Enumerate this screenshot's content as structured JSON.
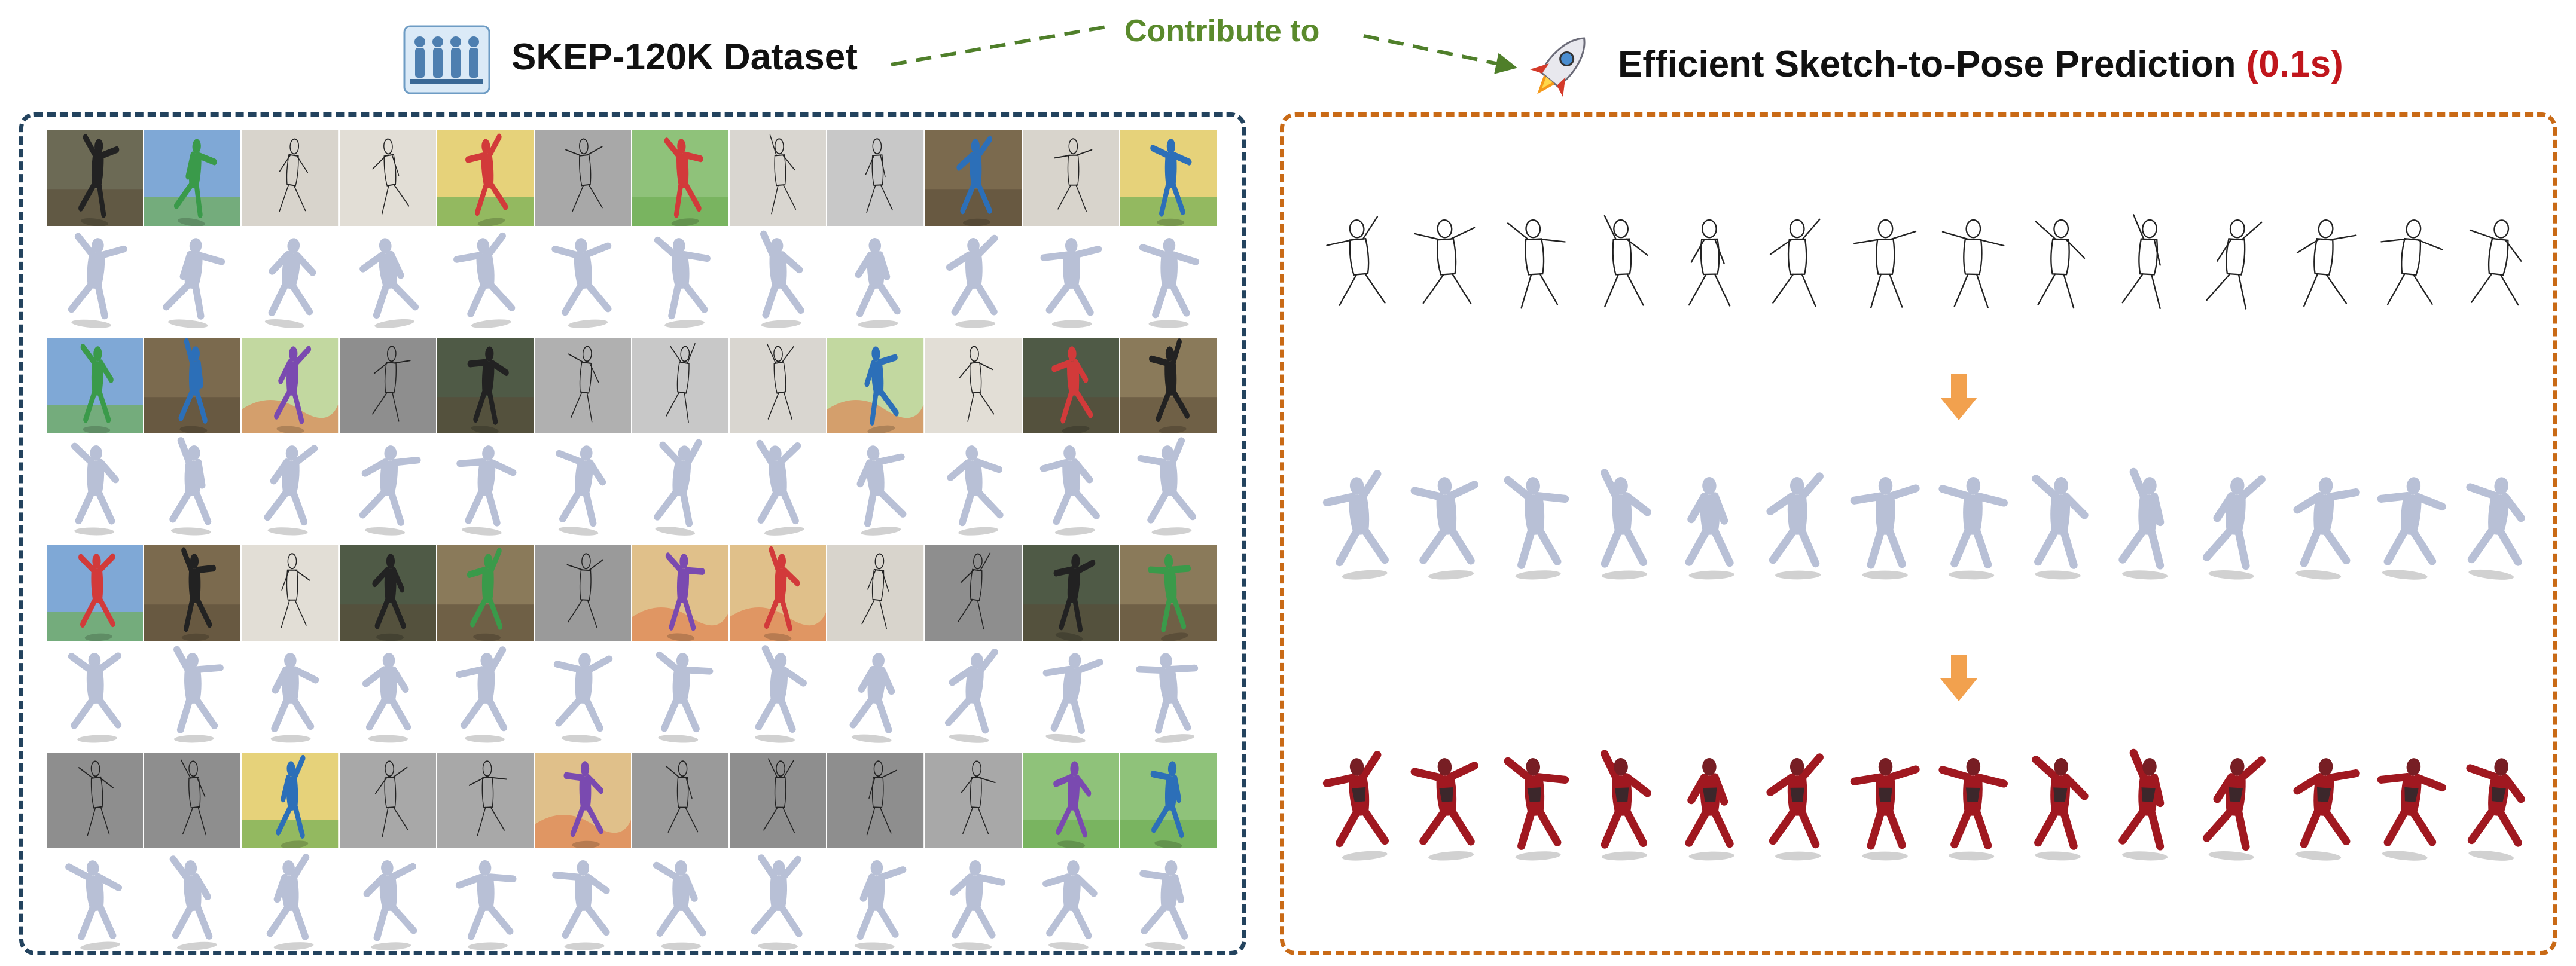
{
  "header": {
    "dataset_title": "SKEP-120K Dataset",
    "contribute_label": "Contribute to",
    "prediction_title": "Efficient Sketch-to-Pose Prediction",
    "prediction_time": "(0.1s)"
  },
  "colors": {
    "dataset_border": "#23435e",
    "prediction_border": "#c96a16",
    "contribute_green": "#5a8a2c",
    "time_red": "#c0161c",
    "mesh_body": "#b8c0d6",
    "flow_arrow": "#f2a14e"
  },
  "icons": {
    "dataset": "people-group-icon",
    "prediction": "rocket-icon",
    "flow": "down-arrow-icon"
  },
  "dataset_grid": {
    "row_count": 4,
    "columns_per_row": 12,
    "tile_kinds": [
      [
        "photo",
        "kid-drawing",
        "stick-figure",
        "ink-wash",
        "kid-drawing",
        "sketch",
        "kid-drawing",
        "ink-wash",
        "stick-figure",
        "photo",
        "stick-figure",
        "kid-drawing"
      ],
      [
        "kid-drawing",
        "photo",
        "cartoon",
        "sketch",
        "photo",
        "stick-figure",
        "stick-figure",
        "ink-wash",
        "cartoon",
        "ink-wash",
        "photo",
        "photo"
      ],
      [
        "kid-drawing",
        "photo",
        "ink-wash",
        "photo",
        "photo",
        "sketch",
        "cartoon",
        "cartoon",
        "stick-figure",
        "sketch",
        "photo",
        "photo"
      ],
      [
        "sketch",
        "sketch",
        "kid-drawing",
        "sketch",
        "sketch",
        "cartoon",
        "sketch",
        "sketch",
        "sketch",
        "sketch",
        "kid-drawing",
        "kid-drawing"
      ]
    ]
  },
  "prediction": {
    "figure_count": 14,
    "rows": [
      "sketch",
      "mesh",
      "textured"
    ]
  }
}
